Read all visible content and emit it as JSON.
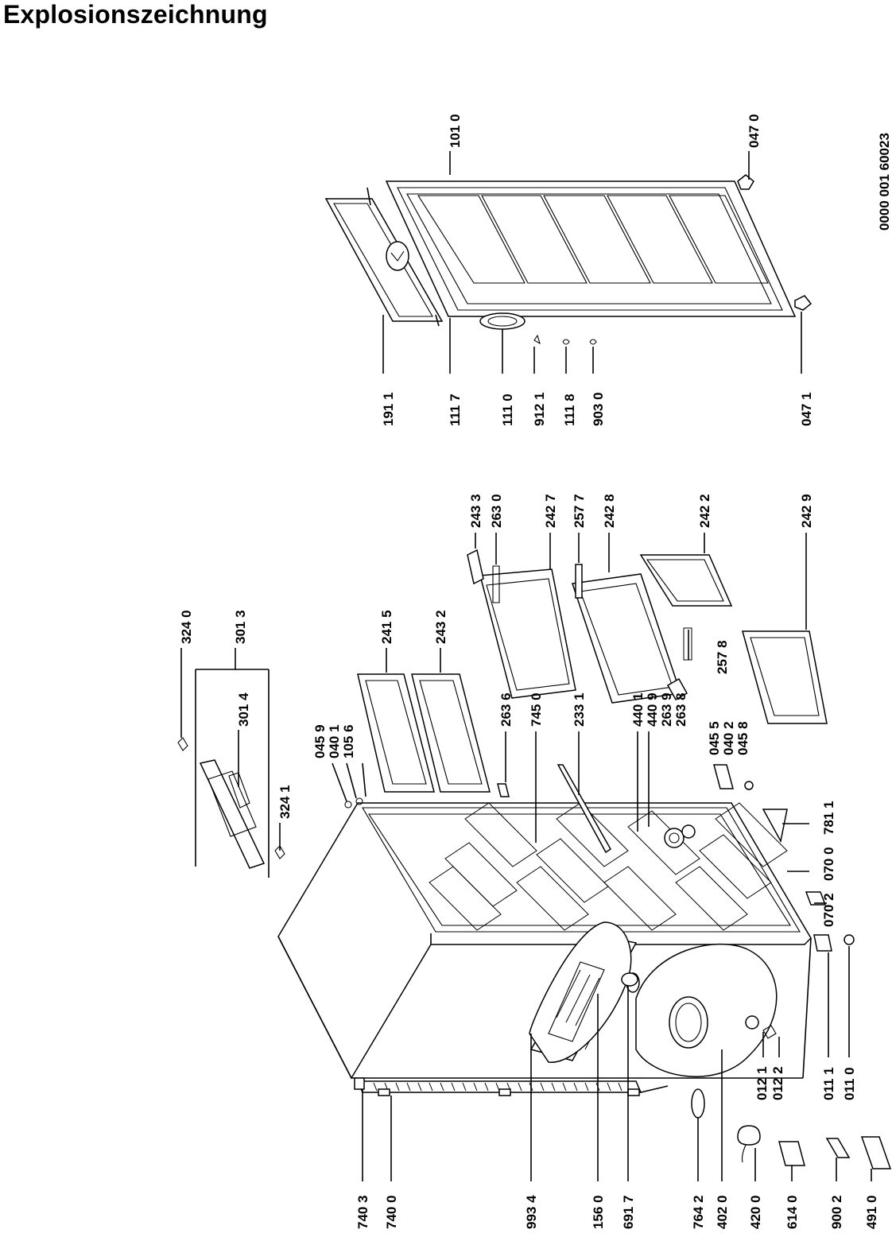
{
  "title": "Explosionszeichnung",
  "drawing_number": "0000 001 60023",
  "callouts": {
    "c1010": "101 0",
    "c0470": "047 0",
    "c0471": "047 1",
    "c1911": "191 1",
    "c1117": "111 7",
    "c1110": "111 0",
    "c9121": "912 1",
    "c1118": "111 8",
    "c9030": "903 0",
    "c3240": "324 0",
    "c3013": "301 3",
    "c3014": "301 4",
    "c3241": "324 1",
    "c2433": "243 3",
    "c2630": "263 0",
    "c2427": "242 7",
    "c2577": "257 7",
    "c2428": "242 8",
    "c2422": "242 2",
    "c2429": "242 9",
    "c2415": "241 5",
    "c2432": "243 2",
    "c2578": "257 8",
    "c0459": "045 9",
    "c0401": "040 1",
    "c1056": "105 6",
    "c2636": "263 6",
    "c7450": "745 0",
    "c2331": "233 1",
    "c4401": "440 1",
    "c4409": "440 9",
    "c2639": "263 9",
    "c2638": "263 8",
    "c0455": "045 5",
    "c0402": "040 2",
    "c0458": "045 8",
    "c7811": "781 1",
    "c0700": "070 0",
    "c0702": "070 2",
    "c0121": "012 1",
    "c0122": "012 2",
    "c0111": "011 1",
    "c0110": "011 0",
    "c7403": "740 3",
    "c7400": "740 0",
    "c9934": "993 4",
    "c1560": "156 0",
    "c6917": "691 7",
    "c7642": "764 2",
    "c4020": "402 0",
    "c4200": "420 0",
    "c6140": "614 0",
    "c9002": "900 2",
    "c4910": "491 0"
  }
}
